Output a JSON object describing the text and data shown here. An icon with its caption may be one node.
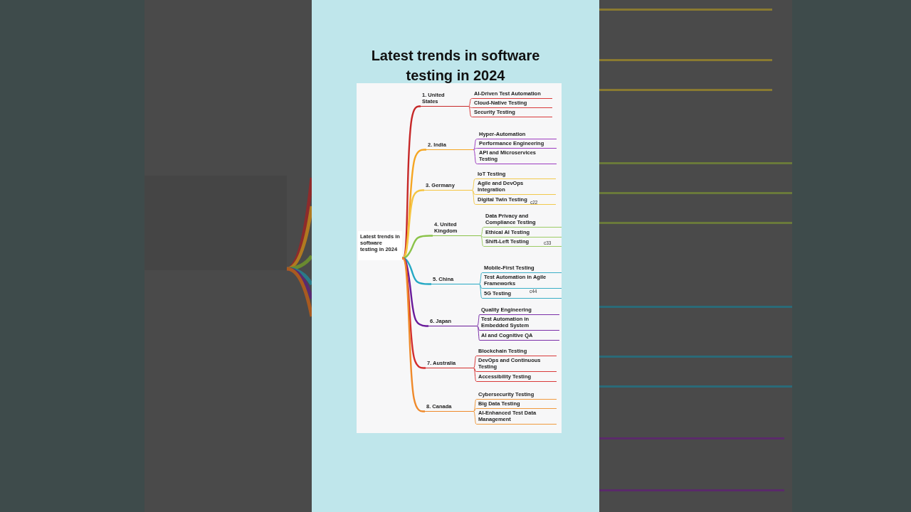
{
  "diagram": {
    "title": "Latest trends in software testing in 2024",
    "nodes": [
      {
        "text": [
          "Latest trends in software testing in 2024"
        ]
      },
      {
        "text": [
          "1. United States"
        ]
      },
      {
        "text": [
          "AI-Driven Test Automation"
        ]
      },
      {
        "text": [
          "Cloud-Native Testing"
        ]
      },
      {
        "text": [
          "Security Testing"
        ]
      },
      {
        "text": [
          "2. India"
        ]
      },
      {
        "text": [
          "Hyper-Automation"
        ]
      },
      {
        "text": [
          "Performance Engineering"
        ]
      },
      {
        "text": [
          "API and Microservices Testing"
        ]
      },
      {
        "text": [
          "3. Germany"
        ]
      },
      {
        "text": [
          "IoT Testing"
        ]
      },
      {
        "text": [
          "Agile and DevOps Integration"
        ]
      },
      {
        "text": [
          "Digital Twin Testing"
        ]
      },
      {
        "text": [
          "4. United Kingdom"
        ]
      },
      {
        "text": [
          "Data Privacy and Compliance Testing"
        ]
      },
      {
        "text": [
          "Ethical AI Testing"
        ]
      },
      {
        "text": [
          "Shift-Left Testing"
        ]
      },
      {
        "text": [
          "5. China"
        ]
      },
      {
        "text": [
          "Mobile-First Testing"
        ]
      },
      {
        "text": [
          "Test Automation in Agile Frameworks"
        ]
      },
      {
        "text": [
          "5G Testing"
        ]
      },
      {
        "text": [
          "6. Japan"
        ]
      },
      {
        "text": [
          "Quality Engineering"
        ]
      },
      {
        "text": [
          "Test Automation in Embedded System"
        ]
      },
      {
        "text": [
          "AI and Cognitive QA"
        ]
      },
      {
        "text": [
          "7. Australia"
        ]
      },
      {
        "text": [
          "Blockchain Testing"
        ]
      },
      {
        "text": [
          "DevOps and Continuous Testing"
        ]
      },
      {
        "text": [
          "Accessibility Testing"
        ]
      },
      {
        "text": [
          "8. Canada"
        ]
      },
      {
        "text": [
          "Cybersecurity Testing"
        ]
      },
      {
        "text": [
          "Big Data Testing"
        ]
      },
      {
        "text": [
          "AI-Enhanced Test Data Management"
        ]
      }
    ],
    "edges": [
      {
        "from": 0,
        "to": 1,
        "arrow": "none",
        "color": "#c62828"
      },
      {
        "from": 1,
        "to": 2,
        "arrow": "none",
        "color": "#d93a3a"
      },
      {
        "from": 1,
        "to": 3,
        "arrow": "none",
        "color": "#d93a3a"
      },
      {
        "from": 1,
        "to": 4,
        "arrow": "none",
        "color": "#d93a3a"
      },
      {
        "from": 0,
        "to": 5,
        "arrow": "none",
        "color": "#f5a623"
      },
      {
        "from": 5,
        "to": 6,
        "arrow": "none",
        "color": "#9c3cc0"
      },
      {
        "from": 5,
        "to": 7,
        "arrow": "none",
        "color": "#9c3cc0"
      },
      {
        "from": 5,
        "to": 8,
        "arrow": "none",
        "color": "#9c3cc0"
      },
      {
        "from": 0,
        "to": 9,
        "arrow": "none",
        "color": "#f5c542"
      },
      {
        "from": 9,
        "to": 10,
        "arrow": "none",
        "color": "#f2c94c"
      },
      {
        "from": 9,
        "to": 11,
        "arrow": "none",
        "color": "#f2c94c"
      },
      {
        "from": 9,
        "to": 12,
        "arrow": "none",
        "color": "#f2c94c"
      },
      {
        "from": 0,
        "to": 13,
        "arrow": "none",
        "color": "#8bc34a"
      },
      {
        "from": 13,
        "to": 14,
        "arrow": "none",
        "color": "#9ccc65"
      },
      {
        "from": 13,
        "to": 15,
        "arrow": "none",
        "color": "#9ccc65"
      },
      {
        "from": 13,
        "to": 16,
        "arrow": "none",
        "color": "#9ccc65"
      },
      {
        "from": 0,
        "to": 17,
        "arrow": "none",
        "color": "#26a9c4"
      },
      {
        "from": 17,
        "to": 18,
        "arrow": "none",
        "color": "#3aaec6"
      },
      {
        "from": 17,
        "to": 19,
        "arrow": "none",
        "color": "#3aaec6"
      },
      {
        "from": 17,
        "to": 20,
        "arrow": "none",
        "color": "#3aaec6"
      },
      {
        "from": 0,
        "to": 21,
        "arrow": "none",
        "color": "#6a1b9a"
      },
      {
        "from": 21,
        "to": 22,
        "arrow": "none",
        "color": "#7b2fa8"
      },
      {
        "from": 21,
        "to": 23,
        "arrow": "none",
        "color": "#7b2fa8"
      },
      {
        "from": 21,
        "to": 24,
        "arrow": "none",
        "color": "#7b2fa8"
      },
      {
        "from": 0,
        "to": 25,
        "arrow": "none",
        "color": "#d32f2f"
      },
      {
        "from": 25,
        "to": 26,
        "arrow": "none",
        "color": "#d93a3a"
      },
      {
        "from": 25,
        "to": 27,
        "arrow": "none",
        "color": "#d93a3a"
      },
      {
        "from": 25,
        "to": 28,
        "arrow": "none",
        "color": "#d93a3a"
      },
      {
        "from": 0,
        "to": 29,
        "arrow": "none",
        "color": "#ef8a2b"
      },
      {
        "from": 29,
        "to": 30,
        "arrow": "none",
        "color": "#f09a3e"
      },
      {
        "from": 29,
        "to": 31,
        "arrow": "none",
        "color": "#f09a3e"
      },
      {
        "from": 29,
        "to": 32,
        "arrow": "none",
        "color": "#f09a3e"
      }
    ],
    "labels": [
      "c22",
      "c33",
      "c44"
    ]
  }
}
